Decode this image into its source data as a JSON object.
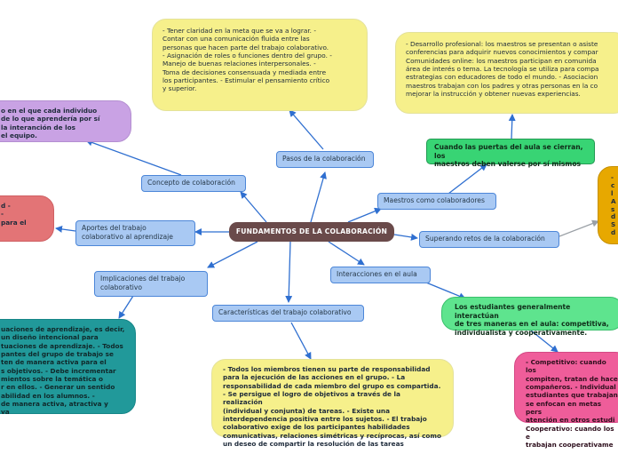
{
  "root": {
    "label": "FUNDAMENTOS DE LA COLABORACIÓN"
  },
  "topics": {
    "pasos": "Pasos de la colaboración",
    "concepto": "Concepto de colaboración",
    "aportes": "Aportes del trabajo\ncolaborativo al aprendizaje",
    "implicaciones": "Implicaciones del trabajo\ncolaborativo",
    "caracteristicas": "Características del trabajo colaborativo",
    "interacciones": "Interacciones en el aula",
    "maestros": "Maestros como colaboradores",
    "superando": "Superando retos de la colaboración"
  },
  "details": {
    "pasos": "- Tener claridad en la meta que se va a lograr. -\nContar con una comunicación fluida entre las\npersonas que hacen parte del trabajo colaborativo.\n- Asignación de roles o funciones dentro del grupo. -\nManejo de buenas relaciones interpersonales. -\nToma de decisiones consensuada y mediada entre\nlos participantes. - Estimular el pensamiento crítico\ny superior.",
    "concepto": "o en el que cada individuo\nde lo que aprendería por sí\nla interanción de los\nel equipo.",
    "aportes": "d -\n-\npara el",
    "implicaciones": "uaciones de aprendizaje, es decir,\nun diseño intencional para\ntuaciones de aprendizaje. - Todos\npantes del grupo de trabajo se\nten de manera activa para el\ns objetivos. - Debe incrementar\nmientos sobre la temática o\nr en ellos. - Generar un sentido\nabilidad en los alumnos. -\nde manera activa, atractiva y\nva",
    "caracteristicas": "- Todos los miembros tienen su parte de responsabilidad\npara la ejecución de las acciones en el grupo. - La\nresponsabilidad de cada miembro del grupo es compartida.\n- Se persigue el logro de objetivos a través de la realización\n(individual y conjunta) de tareas. - Existe una\ninterdependencia positiva entre los sujetos. - El trabajo\ncolaborativo exige de los participantes habilidades\ncomunicativas, relaciones simétricas y recíprocas, así como\nun deseo de compartir la resolución de las tareas",
    "maestros_green": "Cuando las puertas del aula se cierran, los\nmaestros deben valerse por sí mismos",
    "maestros_yellow": "- Desarrollo profesional: los maestros se presentan o asiste\nconferencias para adquirir nuevos conocimientos y compar\nComunidades online: los maestros participan en comunida\nárea de interés o tema. La tecnología se utiliza para compa\nestrategias con educadores de todo el mundo. - Asociacion\nmaestros trabajan con los padres y otras personas en la co\nmejorar la instrucción y obtener nuevas experiencias.",
    "interacciones_green": "Los estudiantes generalmente interactúan\nde tres maneras en el aula: competitiva,\nindividualista y cooperativamente.",
    "interacciones_pink": "- Competitivo: cuando los\ncompiten, tratan de hace\ncompañeros. - Individual\nestudiantes que trabajan\nse enfocan en metas pers\natención en otros estudi\nCooperativo: cuando los e\ntrabajan cooperativame",
    "superando": "-\nc\nl\nA\ns\nd\nS\nd"
  },
  "colors": {
    "root": "#6a4a4a",
    "topic": "#a9c9f3",
    "connector": "#2f6fd0",
    "yellow": "#f6f08b",
    "purple": "#c9a2e4",
    "red": "#e37476",
    "teal": "#21999a",
    "orange": "#e7a800",
    "green": "#38d474",
    "pink": "#ef5d9a"
  }
}
